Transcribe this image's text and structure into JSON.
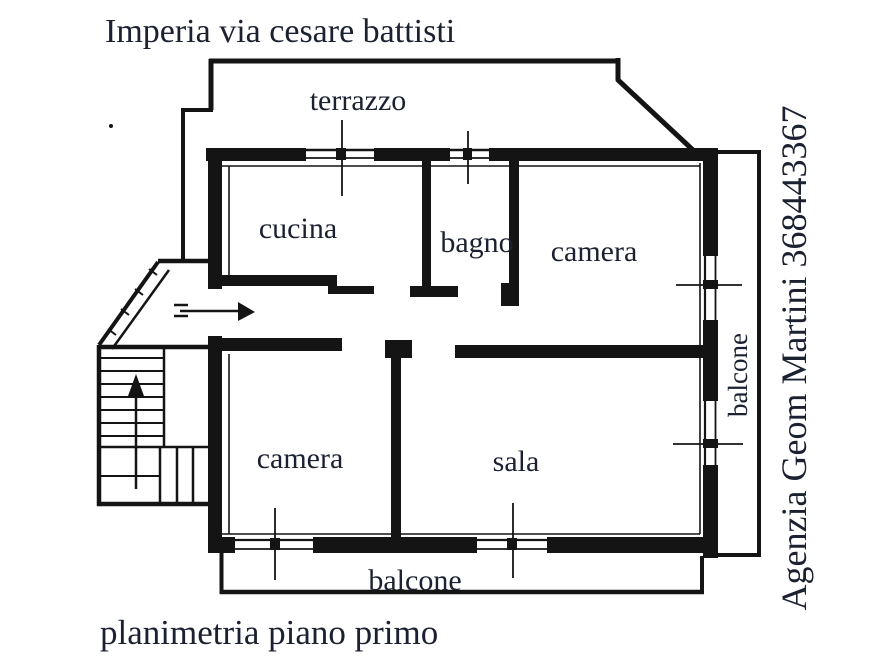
{
  "title": {
    "text": "Imperia  via cesare battisti"
  },
  "caption": {
    "text": "planimetria piano primo"
  },
  "side_note": {
    "text": "Agenzia Geom Martini  368443367"
  },
  "rooms": {
    "terrazzo": {
      "label": "terrazzo"
    },
    "cucina": {
      "label": "cucina"
    },
    "bagno": {
      "label": "bagno"
    },
    "camera_top": {
      "label": "camera"
    },
    "camera_bottom": {
      "label": "camera"
    },
    "sala": {
      "label": "sala"
    },
    "balcone_bottom": {
      "label": "balcone"
    },
    "balcone_right": {
      "label": "balcone"
    }
  },
  "colors": {
    "ink": "#141414",
    "text": "#1b2130",
    "background": "#ffffff"
  }
}
